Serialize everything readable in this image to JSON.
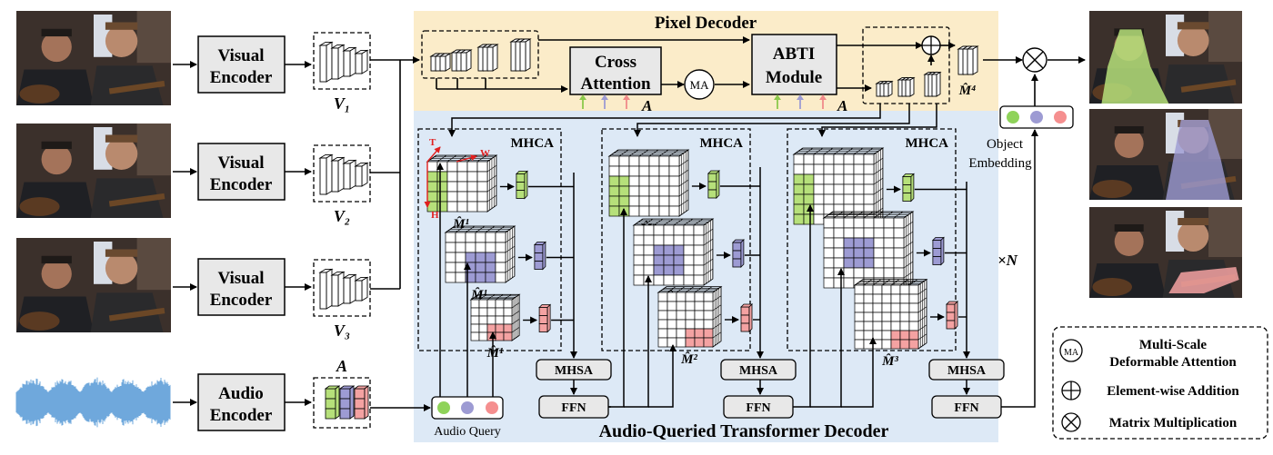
{
  "pixel_decoder": {
    "title": "Pixel Decoder",
    "cross_attention": [
      "Cross",
      "Attention"
    ],
    "abti": [
      "ABTI",
      "Module"
    ],
    "ma": "MA",
    "m4_label": "M̂⁴",
    "a_label_1": "A",
    "a_label_2": "A"
  },
  "visual_encoders": [
    {
      "label": [
        "Visual",
        "Encoder"
      ],
      "feature": "V₁"
    },
    {
      "label": [
        "Visual",
        "Encoder"
      ],
      "feature": "V₂"
    },
    {
      "label": [
        "Visual",
        "Encoder"
      ],
      "feature": "V₃"
    }
  ],
  "audio_encoder": {
    "label": [
      "Audio",
      "Encoder"
    ],
    "feature": "A"
  },
  "decoder": {
    "title": "Audio-Queried Transformer Decoder",
    "mhca": "MHCA",
    "mhsa": "MHSA",
    "ffn": "FFN",
    "repeat": "×N",
    "audio_query": "Audio Query",
    "axis_t": "T",
    "axis_w": "W",
    "axis_h": "H",
    "m_labels": [
      "M̂¹",
      "M̂²",
      "M̂³"
    ]
  },
  "object_embedding": [
    "Object",
    "Embedding"
  ],
  "legend": [
    {
      "symbol": "MA",
      "text": [
        "Multi-Scale",
        "Deformable Attention"
      ]
    },
    {
      "symbol": "⊕",
      "text": [
        "Element-wise Addition"
      ]
    },
    {
      "symbol": "⊗",
      "text": [
        "Matrix Multiplication"
      ]
    }
  ],
  "colors": {
    "green": "#b6e07a",
    "purple": "#9d9bd3",
    "red": "#f4a2a2",
    "pixel_bg": "#fbecc9",
    "decoder_bg": "#dde9f6",
    "box_fill": "#e8e8e8"
  }
}
